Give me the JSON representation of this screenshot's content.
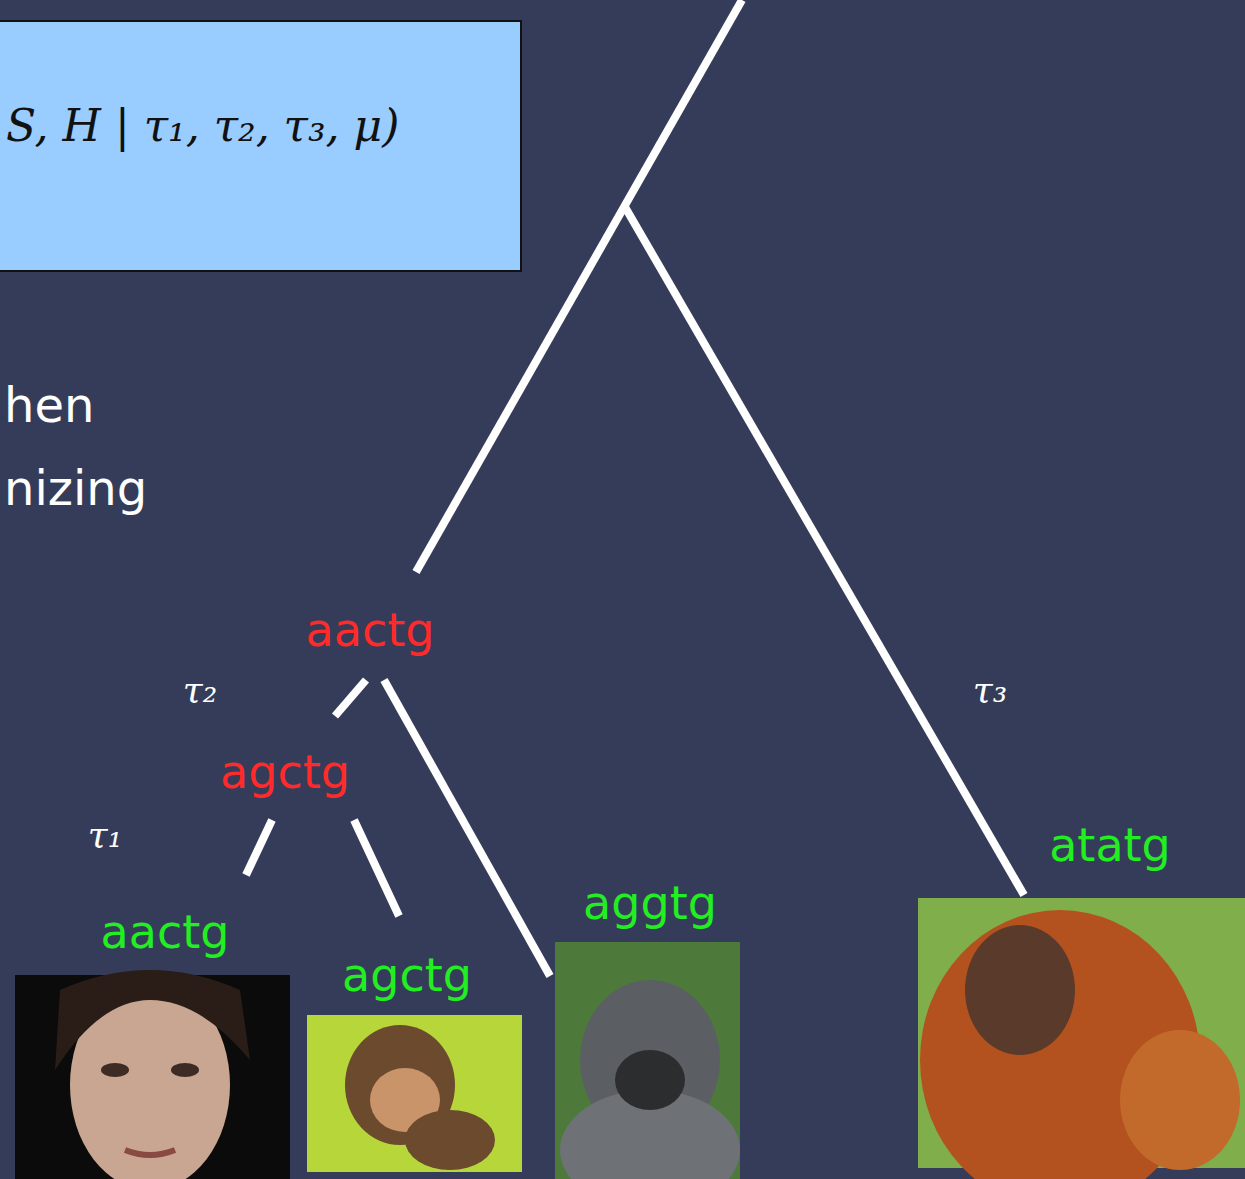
{
  "diagram": {
    "nodes": [
      {
        "text": [
          "S, H | τ₁, τ₂, τ₃, μ)"
        ]
      }
    ],
    "labels": [
      "hen",
      "nizing",
      "aactg",
      "τ₂",
      "τ₃",
      "agctg",
      "τ₁",
      "atatg",
      "aggtg",
      "aactg",
      "agctg"
    ]
  }
}
